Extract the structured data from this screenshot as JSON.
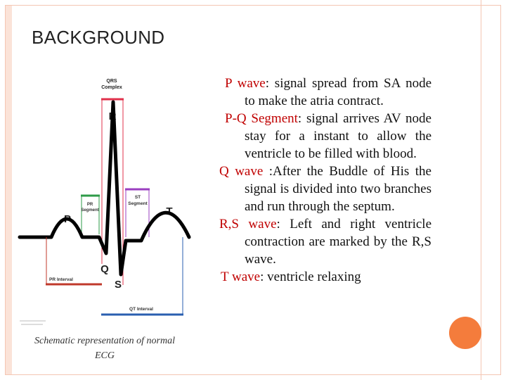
{
  "slide": {
    "title": "BACKGROUND",
    "caption": "Schematic representation of normal ECG"
  },
  "ecg_labels": {
    "qrs_line1": "QRS",
    "qrs_line2": "Complex",
    "r": "R",
    "pr_seg_line1": "PR",
    "pr_seg_line2": "Segment",
    "st_seg_line1": "ST",
    "st_seg_line2": "Segment",
    "p": "P",
    "t": "T",
    "q": "Q",
    "s": "S",
    "pr_interval": "PR Interval",
    "qt_interval": "QT Interval"
  },
  "colors": {
    "qrs": "#e0314b",
    "pr_segment": "#2e9b48",
    "st_segment": "#9a3fc0",
    "pr_interval": "#c0392b",
    "qt_interval": "#2a5fb0",
    "term": "#c00000",
    "bullet": "#f47c3c"
  },
  "descriptions": [
    {
      "term": "P wave",
      "rest": ":  signal spread from SA node to make the atria contract."
    },
    {
      "term": "P-Q Segment",
      "rest": ": signal arrives AV node stay for a instant to allow the ventricle to be filled with blood."
    },
    {
      "term": "Q wave ",
      "rest": ":After the Buddle of His the signal is divided into two branches and run through the septum."
    },
    {
      "term": "R,S wave",
      "rest": ": Left and right ventricle contraction are marked by the R,S wave."
    },
    {
      "term": "T wave",
      "rest": ": ventricle relaxing"
    }
  ]
}
